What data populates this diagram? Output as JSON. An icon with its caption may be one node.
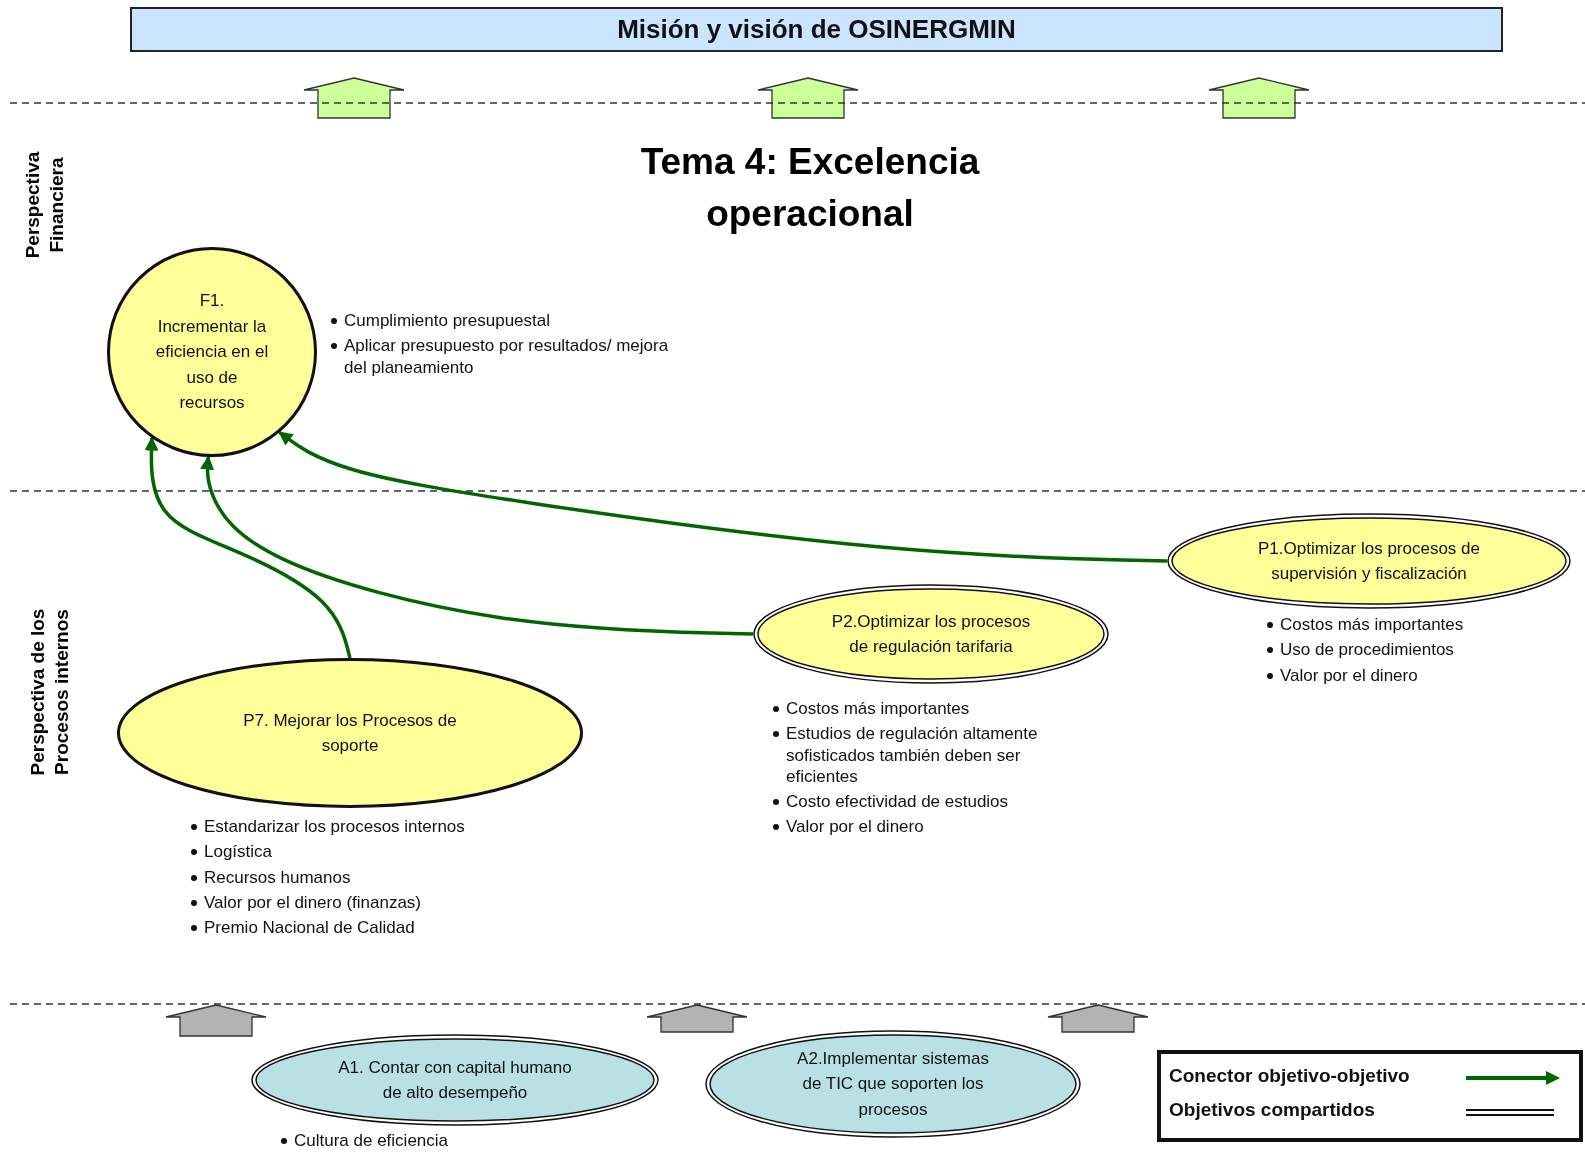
{
  "diagram": {
    "title": "Tema 4: Excelencia operacional",
    "nodes": [
      {
        "text": [
          "Misión y visión de OSINERGMIN"
        ]
      },
      {
        "text": [
          "F1. Incrementar la eficiencia en el uso de recursos"
        ],
        "beside": [
          "Cumplimiento presupuestal",
          "Aplicar presupuesto por resultados/ mejora del planeamiento"
        ]
      },
      {
        "text": [
          "P1.Optimizar los procesos de supervisión y fiscalización"
        ],
        "beside": [
          "Costos más importantes",
          "Uso de procedimientos",
          "Valor por el dinero"
        ]
      },
      {
        "text": [
          "P2.Optimizar los procesos de regulación tarifaria"
        ],
        "beside": [
          "Costos más importantes",
          "Estudios de regulación altamente sofisticados también deben ser eficientes",
          "Costo efectividad de estudios",
          "Valor por el dinero"
        ]
      },
      {
        "text": [
          "P7. Mejorar los Procesos de soporte"
        ],
        "beside": [
          "Estandarizar los procesos internos",
          "Logística",
          "Recursos humanos",
          "Valor por el dinero (finanzas)",
          "Premio Nacional de Calidad"
        ]
      },
      {
        "text": [
          "A1. Contar con capital humano de alto desempeño"
        ],
        "beside": [
          "Cultura de eficiencia"
        ]
      },
      {
        "text": [
          "A2.Implementar sistemas de TIC que soporten los procesos"
        ]
      }
    ],
    "edges": [
      {
        "from": 4,
        "to": 1,
        "arrow": "to"
      },
      {
        "from": 3,
        "to": 1,
        "arrow": "to"
      },
      {
        "from": 2,
        "to": 1,
        "arrow": "to"
      },
      {
        "from": 5,
        "to": null,
        "arrow": "to",
        "style": "thick",
        "color": "#b3b3b3"
      },
      {
        "from": 6,
        "to": null,
        "arrow": "to",
        "style": "thick",
        "color": "#b3b3b3"
      },
      {
        "from": 6,
        "to": null,
        "arrow": "to",
        "style": "thick",
        "color": "#b3b3b3"
      }
    ],
    "labels": [
      "Perspectiva Financiera",
      "Perspectiva de los Procesos internos"
    ],
    "legend": [
      {
        "text": "Conector objetivo-objetivo"
      },
      {
        "text": "Objetivos compartidos"
      }
    ]
  }
}
